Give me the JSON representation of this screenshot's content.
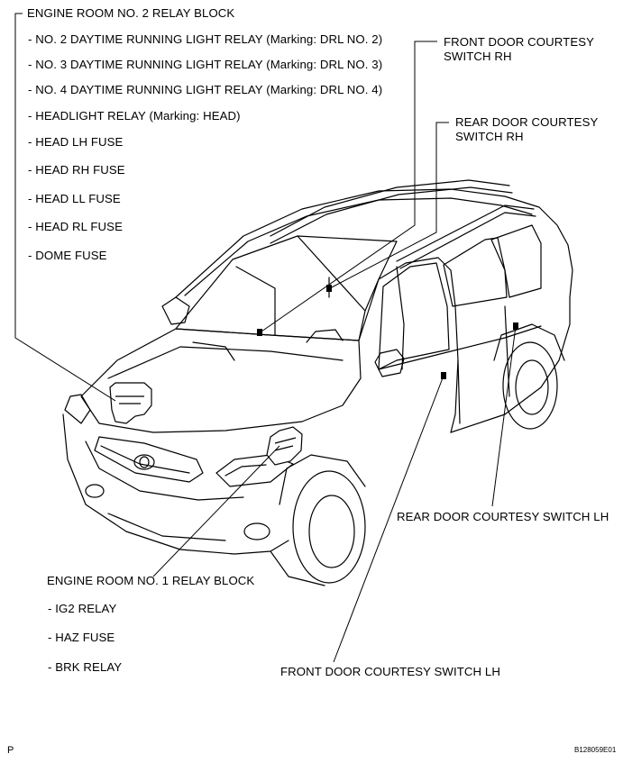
{
  "relay_block_2": {
    "title": "ENGINE ROOM NO. 2 RELAY BLOCK",
    "items": [
      "- NO. 2 DAYTIME RUNNING LIGHT RELAY (Marking: DRL NO. 2)",
      "- NO. 3 DAYTIME RUNNING LIGHT RELAY (Marking: DRL NO. 3)",
      "- NO. 4 DAYTIME RUNNING LIGHT RELAY (Marking: DRL NO. 4)",
      "- HEADLIGHT RELAY (Marking: HEAD)",
      "- HEAD LH FUSE",
      "- HEAD RH FUSE",
      "- HEAD LL FUSE",
      "- HEAD RL FUSE",
      "- DOME FUSE"
    ]
  },
  "relay_block_1": {
    "title": "ENGINE ROOM NO. 1 RELAY BLOCK",
    "items": [
      "- IG2 RELAY",
      "- HAZ FUSE",
      "- BRK RELAY"
    ]
  },
  "callouts": {
    "front_door_rh": [
      "FRONT DOOR COURTESY",
      "SWITCH RH"
    ],
    "rear_door_rh": [
      "REAR DOOR COURTESY",
      "SWITCH RH"
    ],
    "rear_door_lh": "REAR DOOR COURTESY SWITCH LH",
    "front_door_lh": "FRONT DOOR COURTESY SWITCH LH"
  },
  "footer": {
    "page_letter": "P",
    "figure_code": "B128059E01"
  }
}
